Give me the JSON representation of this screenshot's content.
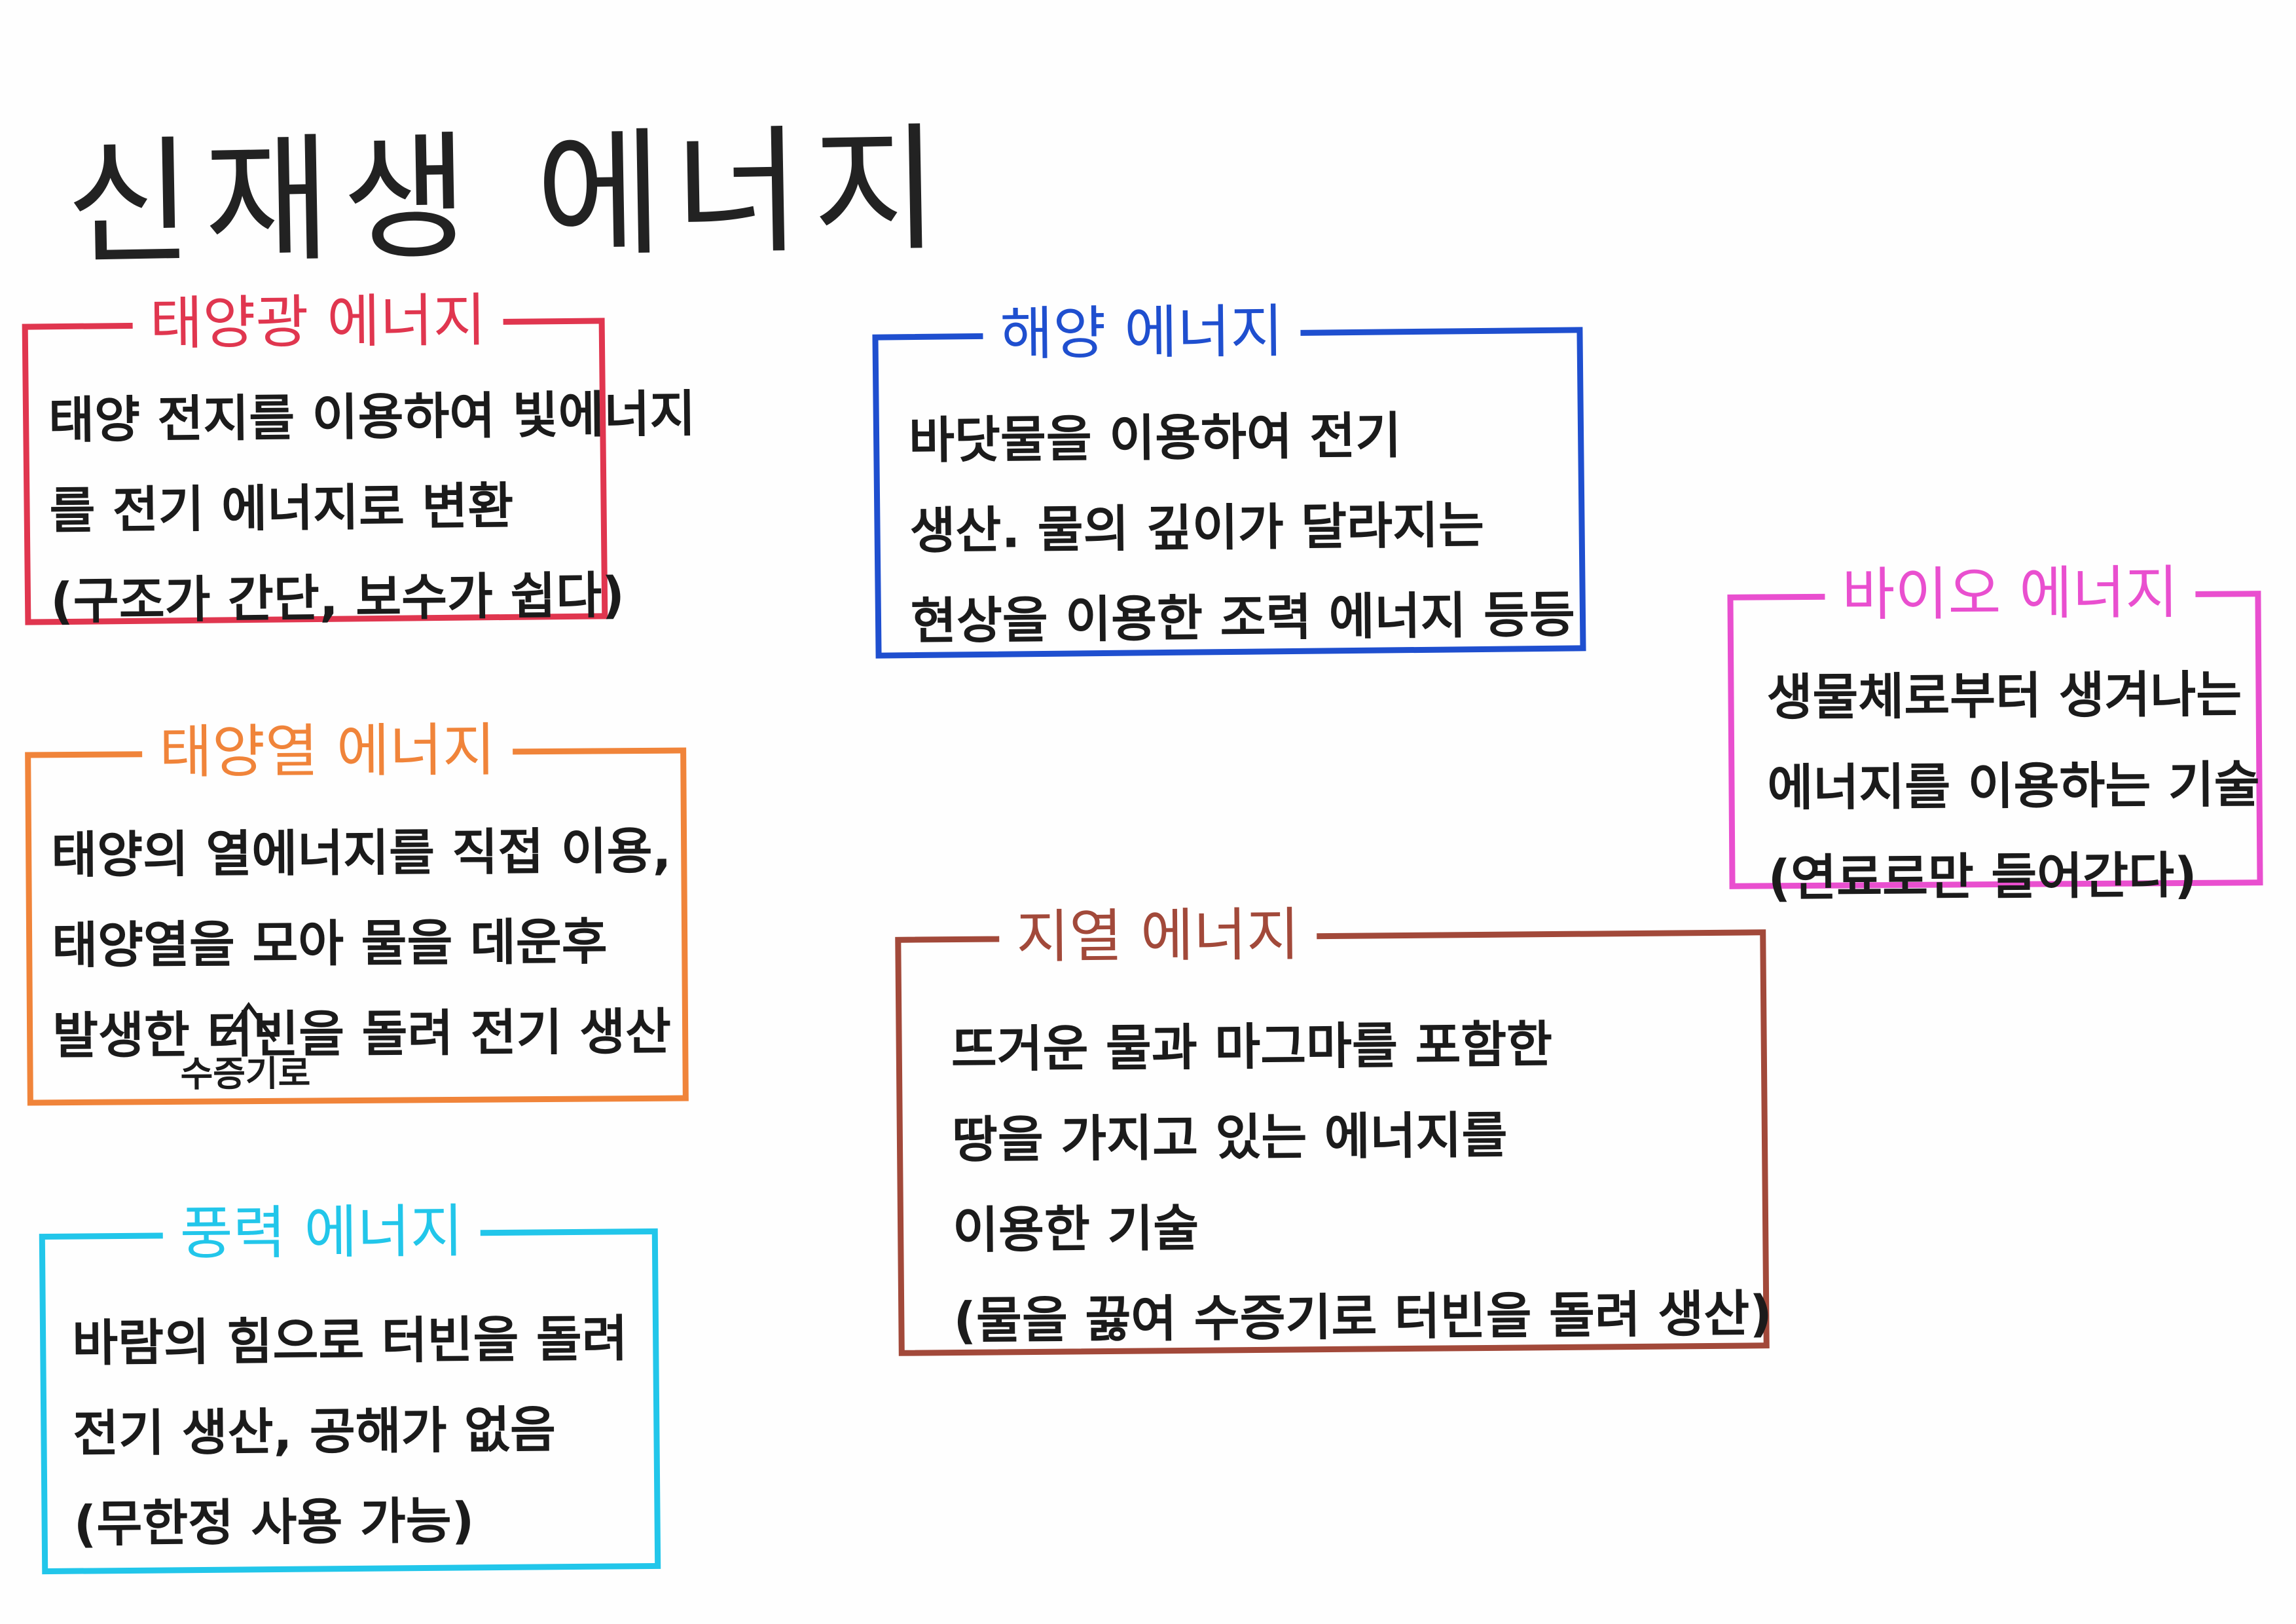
{
  "title": "신재생 에너지",
  "colors": {
    "solar_light": "#e0364f",
    "solar_heat": "#f0843a",
    "wind": "#22c6ea",
    "ocean": "#1f4fcf",
    "geothermal": "#a2493a",
    "bio": "#e94fcf"
  },
  "solar_light": {
    "label": "태양광 에너지",
    "lines": [
      "태양 전지를 이용하여 빛에너지",
      "를 전기 에너지로 변환",
      "(구조가 간단, 보수가 쉽다)"
    ]
  },
  "solar_heat": {
    "label": "태양열 에너지",
    "lines": [
      "태양의 열에너지를 직접 이용,",
      "태양열을 모아 물을 데운후",
      "발생한 터빈을 돌려 전기 생산"
    ],
    "note": "수증기로"
  },
  "wind": {
    "label": "풍력 에너지",
    "lines": [
      "바람의 힘으로 터빈을 돌려",
      "전기 생산, 공해가 없음",
      "(무한정 사용 가능)"
    ]
  },
  "ocean": {
    "label": "해양 에너지",
    "lines": [
      "바닷물을 이용하여 전기",
      "생산. 물의 깊이가 달라지는",
      "현상을 이용한 조력 에너지 등등"
    ]
  },
  "geothermal": {
    "label": "지열 에너지",
    "lines": [
      "뜨거운 물과 마그마를 포함한",
      "땅을 가지고 있는 에너지를",
      "이용한 기술",
      "(물을 끓여 수증기로 터빈을 돌려 생산)"
    ]
  },
  "bio": {
    "label": "바이오 에너지",
    "lines": [
      "생물체로부터 생겨나는",
      "에너지를 이용하는 기술",
      "(연료로만 들어간다)"
    ]
  }
}
